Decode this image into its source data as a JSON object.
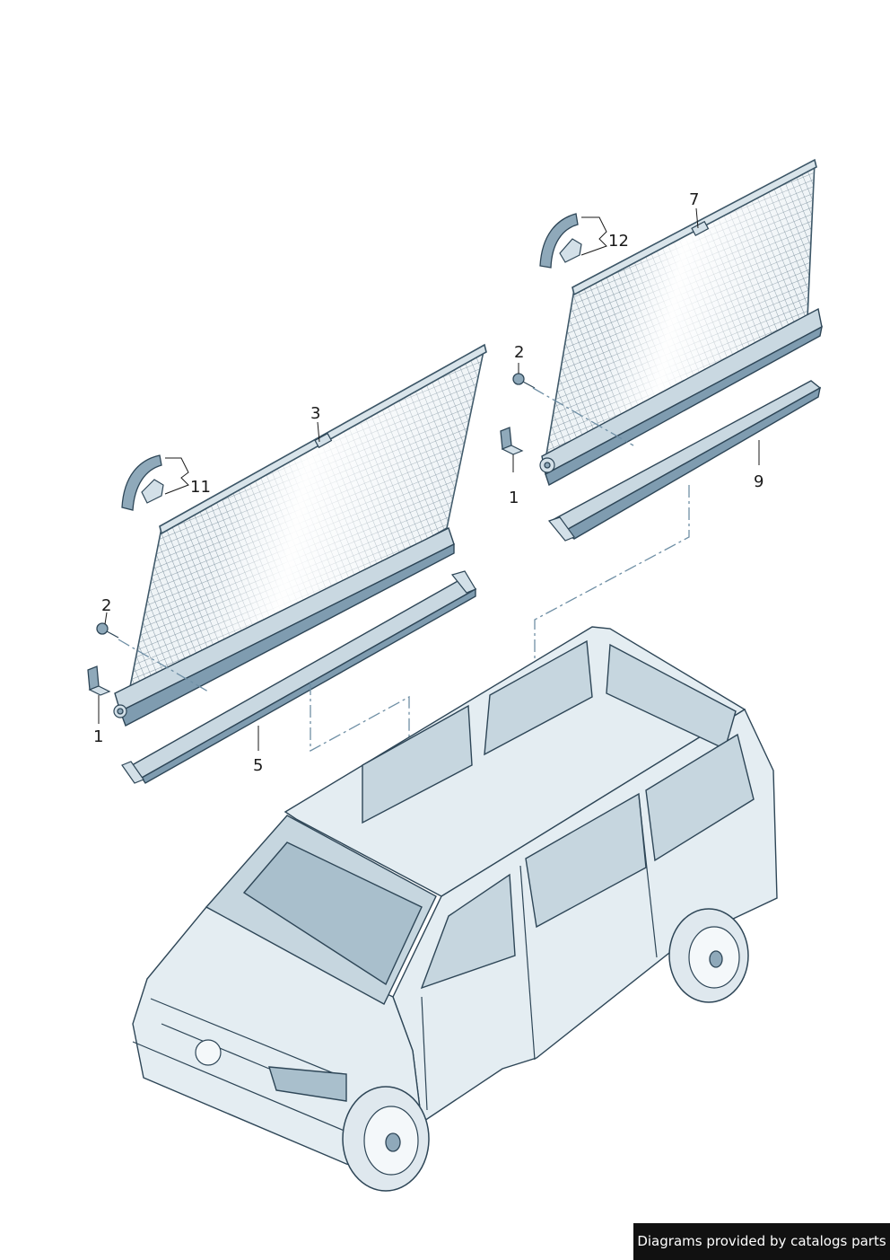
{
  "callouts": {
    "c1_left": "1",
    "c1_right": "1",
    "c2_left": "2",
    "c2_right": "2",
    "c3": "3",
    "c5": "5",
    "c7": "7",
    "c9": "9",
    "c11": "11",
    "c12": "12"
  },
  "credit": "Diagrams provided by catalogs parts"
}
